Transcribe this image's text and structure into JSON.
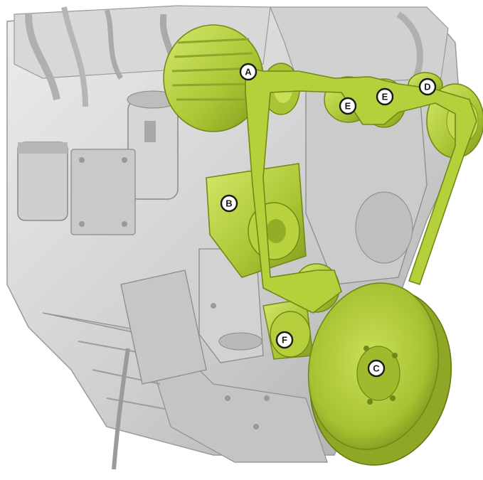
{
  "colors": {
    "highlight": "#b5cf3a",
    "highlight_dark": "#7f9a1e",
    "engine_light": "#dcdcdc",
    "engine_mid": "#bdbdbd",
    "engine_dark": "#8f8f8f",
    "background": "#ffffff"
  },
  "callouts": {
    "alternator": "A",
    "idler_b": "B",
    "crankshaft_damper": "C",
    "compressor": "D",
    "idler_e_left": "E",
    "idler_e_right": "E",
    "tensioner": "F"
  }
}
